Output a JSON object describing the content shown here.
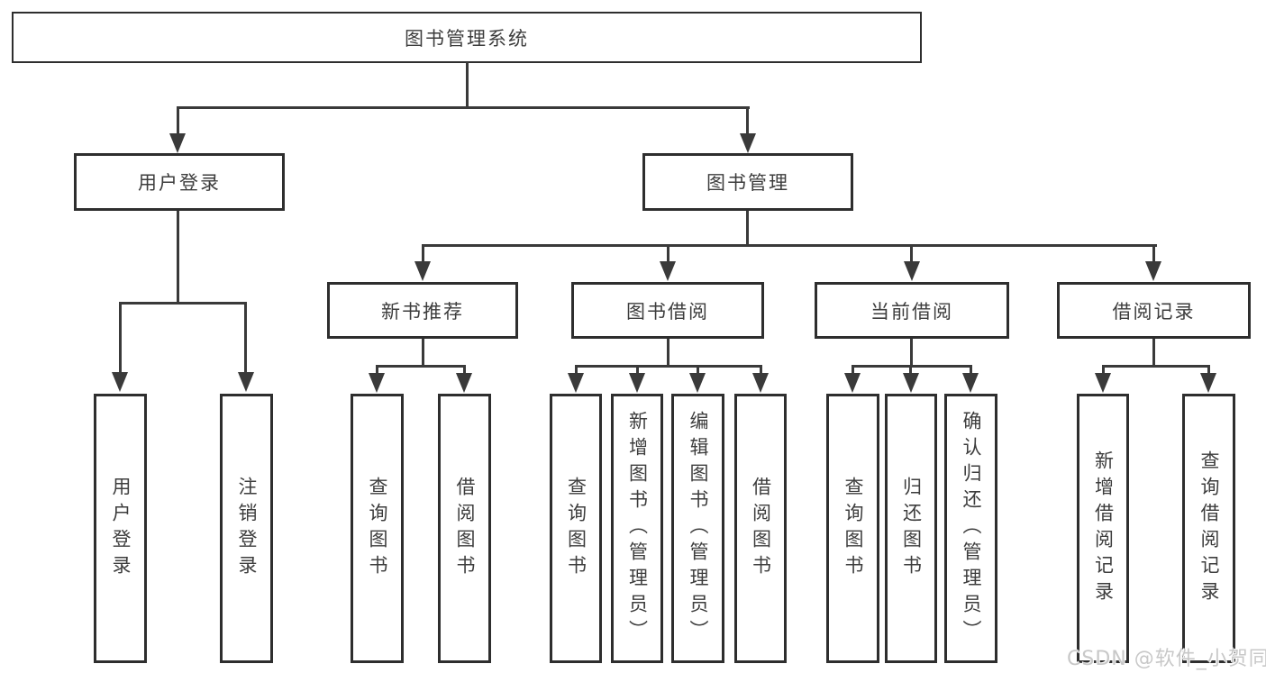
{
  "tree": {
    "root": {
      "label": "图书管理系统"
    },
    "branches": [
      {
        "label": "用户登录",
        "children": [
          {
            "label": "用户登录"
          },
          {
            "label": "注销登录"
          }
        ]
      },
      {
        "label": "图书管理",
        "children": [
          {
            "label": "新书推荐",
            "children": [
              {
                "label": "查询图书"
              },
              {
                "label": "借阅图书"
              }
            ]
          },
          {
            "label": "图书借阅",
            "children": [
              {
                "label": "查询图书"
              },
              {
                "label": "新增图书（管理员）"
              },
              {
                "label": "编辑图书（管理员）"
              },
              {
                "label": "借阅图书"
              }
            ]
          },
          {
            "label": "当前借阅",
            "children": [
              {
                "label": "查询图书"
              },
              {
                "label": "归还图书"
              },
              {
                "label": "确认归还（管理员）"
              }
            ]
          },
          {
            "label": "借阅记录",
            "children": [
              {
                "label": "新增借阅记录"
              },
              {
                "label": "查询借阅记录"
              }
            ]
          }
        ]
      }
    ]
  },
  "watermark": "CSDN @软件_小贺同学",
  "colors": {
    "line": "#3a3a3a",
    "box_border": "#2e2e2e",
    "text": "#3d3d3d",
    "watermark": "#c8c8c8",
    "background": "#ffffff"
  }
}
